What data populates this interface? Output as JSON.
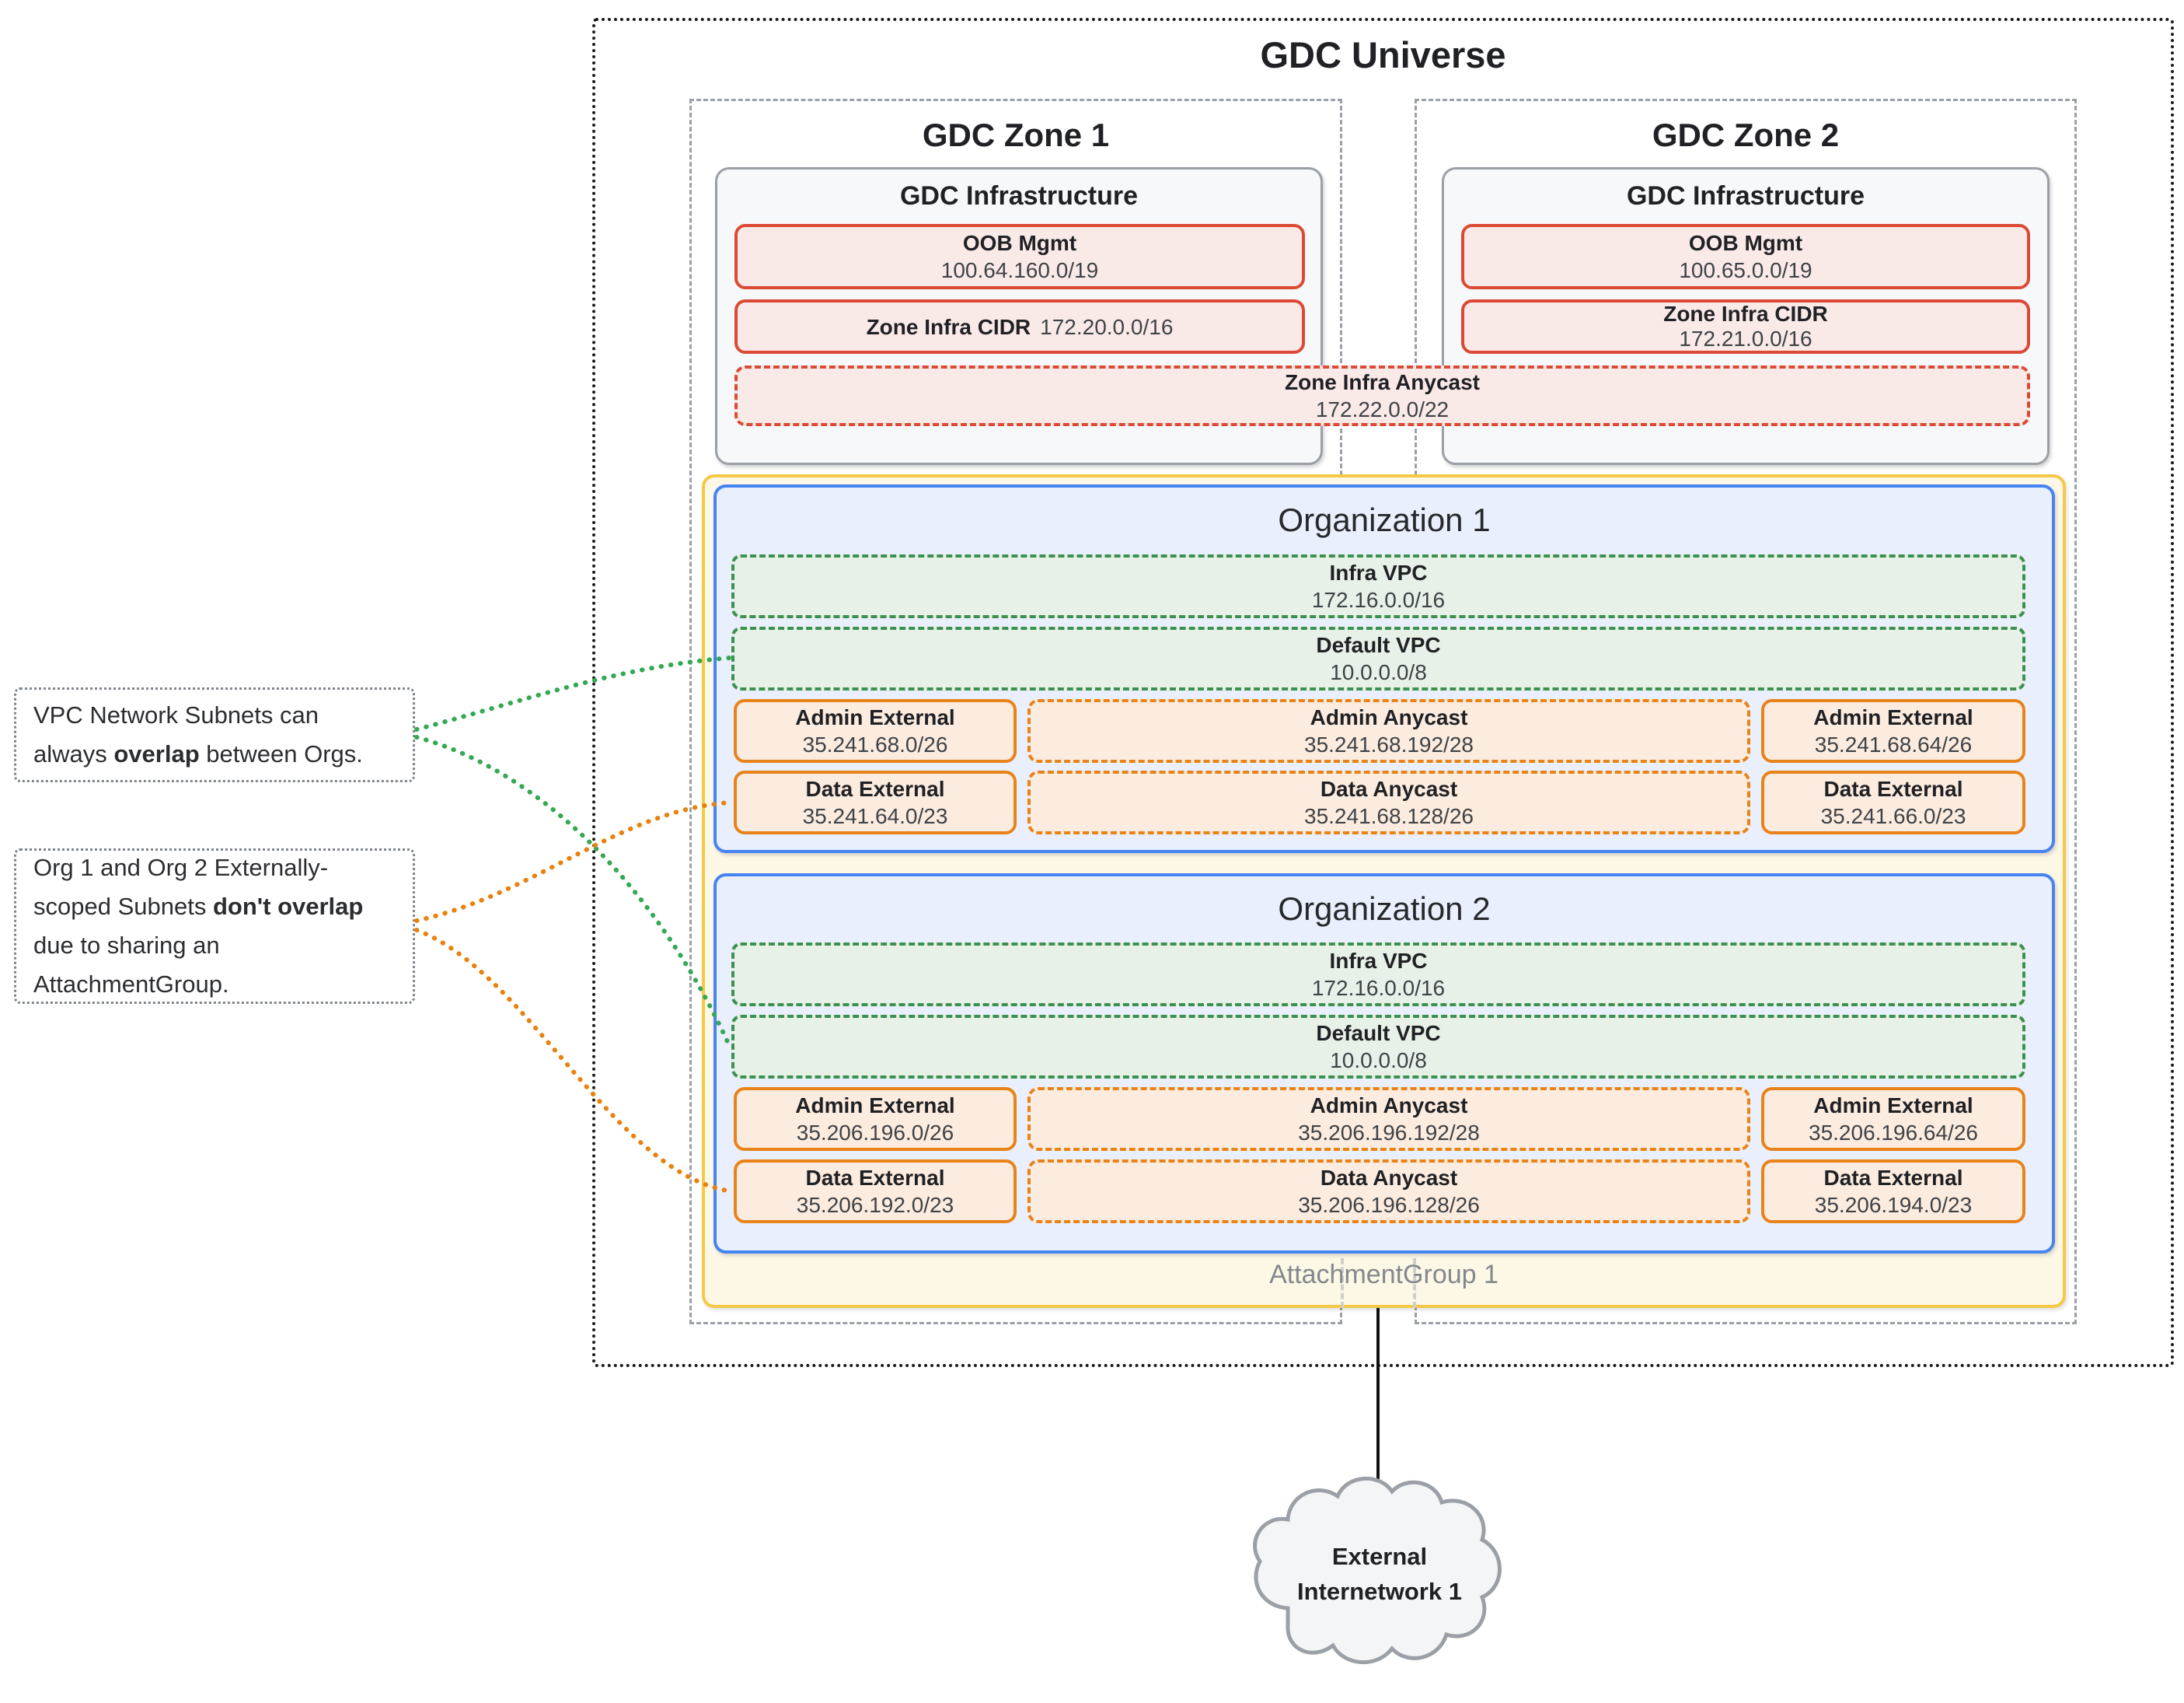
{
  "universe": {
    "title": "GDC Universe"
  },
  "zones": [
    {
      "title": "GDC Zone 1",
      "infra_title": "GDC Infrastructure",
      "oob": {
        "label": "OOB Mgmt",
        "cidr": "100.64.160.0/19"
      },
      "zone_infra_cidr": {
        "label": "Zone Infra CIDR",
        "cidr": "172.20.0.0/16"
      }
    },
    {
      "title": "GDC Zone 2",
      "infra_title": "GDC Infrastructure",
      "oob": {
        "label": "OOB Mgmt",
        "cidr": "100.65.0.0/19"
      },
      "zone_infra_cidr": {
        "label": "Zone Infra CIDR",
        "cidr": "172.21.0.0/16"
      }
    }
  ],
  "zone_infra_anycast": {
    "label": "Zone Infra Anycast",
    "cidr": "172.22.0.0/22"
  },
  "attachment_group": {
    "label": "AttachmentGroup 1"
  },
  "organizations": [
    {
      "title": "Organization 1",
      "infra_vpc": {
        "label": "Infra VPC",
        "cidr": "172.16.0.0/16"
      },
      "default_vpc": {
        "label": "Default VPC",
        "cidr": "10.0.0.0/8"
      },
      "subnets": [
        {
          "label": "Admin External",
          "cidr": "35.241.68.0/26"
        },
        {
          "label": "Admin Anycast",
          "cidr": "35.241.68.192/28"
        },
        {
          "label": "Admin External",
          "cidr": "35.241.68.64/26"
        },
        {
          "label": "Data External",
          "cidr": "35.241.64.0/23"
        },
        {
          "label": "Data Anycast",
          "cidr": "35.241.68.128/26"
        },
        {
          "label": "Data External",
          "cidr": "35.241.66.0/23"
        }
      ]
    },
    {
      "title": "Organization 2",
      "infra_vpc": {
        "label": "Infra VPC",
        "cidr": "172.16.0.0/16"
      },
      "default_vpc": {
        "label": "Default VPC",
        "cidr": "10.0.0.0/8"
      },
      "subnets": [
        {
          "label": "Admin External",
          "cidr": "35.206.196.0/26"
        },
        {
          "label": "Admin Anycast",
          "cidr": "35.206.196.192/28"
        },
        {
          "label": "Admin External",
          "cidr": "35.206.196.64/26"
        },
        {
          "label": "Data External",
          "cidr": "35.206.192.0/23"
        },
        {
          "label": "Data Anycast",
          "cidr": "35.206.196.128/26"
        },
        {
          "label": "Data External",
          "cidr": "35.206.194.0/23"
        }
      ]
    }
  ],
  "annotations": [
    {
      "pre": "VPC Network Subnets can always ",
      "bold": "overlap",
      "post": " between Orgs."
    },
    {
      "pre": "Org 1 and Org 2 Externally-scoped Subnets ",
      "bold": "don't overlap",
      "post": " due to sharing an AttachmentGroup."
    }
  ],
  "external_network": {
    "line1": "External",
    "line2": "Internetwork 1"
  },
  "colors": {
    "red_border": "#db4a35",
    "red_fill": "#faeae7",
    "green_border": "#3d9150",
    "green_fill": "#e7f1e8",
    "blue_border": "#4684f2",
    "blue_fill": "#e9effc",
    "yellow_border": "#f5c947",
    "yellow_fill": "#fdf8e6",
    "orange_border": "#e8831a",
    "orange_fill": "#fcecdf",
    "gray_border": "#9aa0a6",
    "infra_fill": "#f7f8fa",
    "text_dark": "#202124",
    "text_value": "#3f4246",
    "attach_text": "#83888d",
    "cloud_fill": "#f4f5f7",
    "annotation_border": "#7f858c",
    "universe_border": "#1a1a1a",
    "connector_green": "#34a853",
    "connector_orange": "#e8820e"
  }
}
